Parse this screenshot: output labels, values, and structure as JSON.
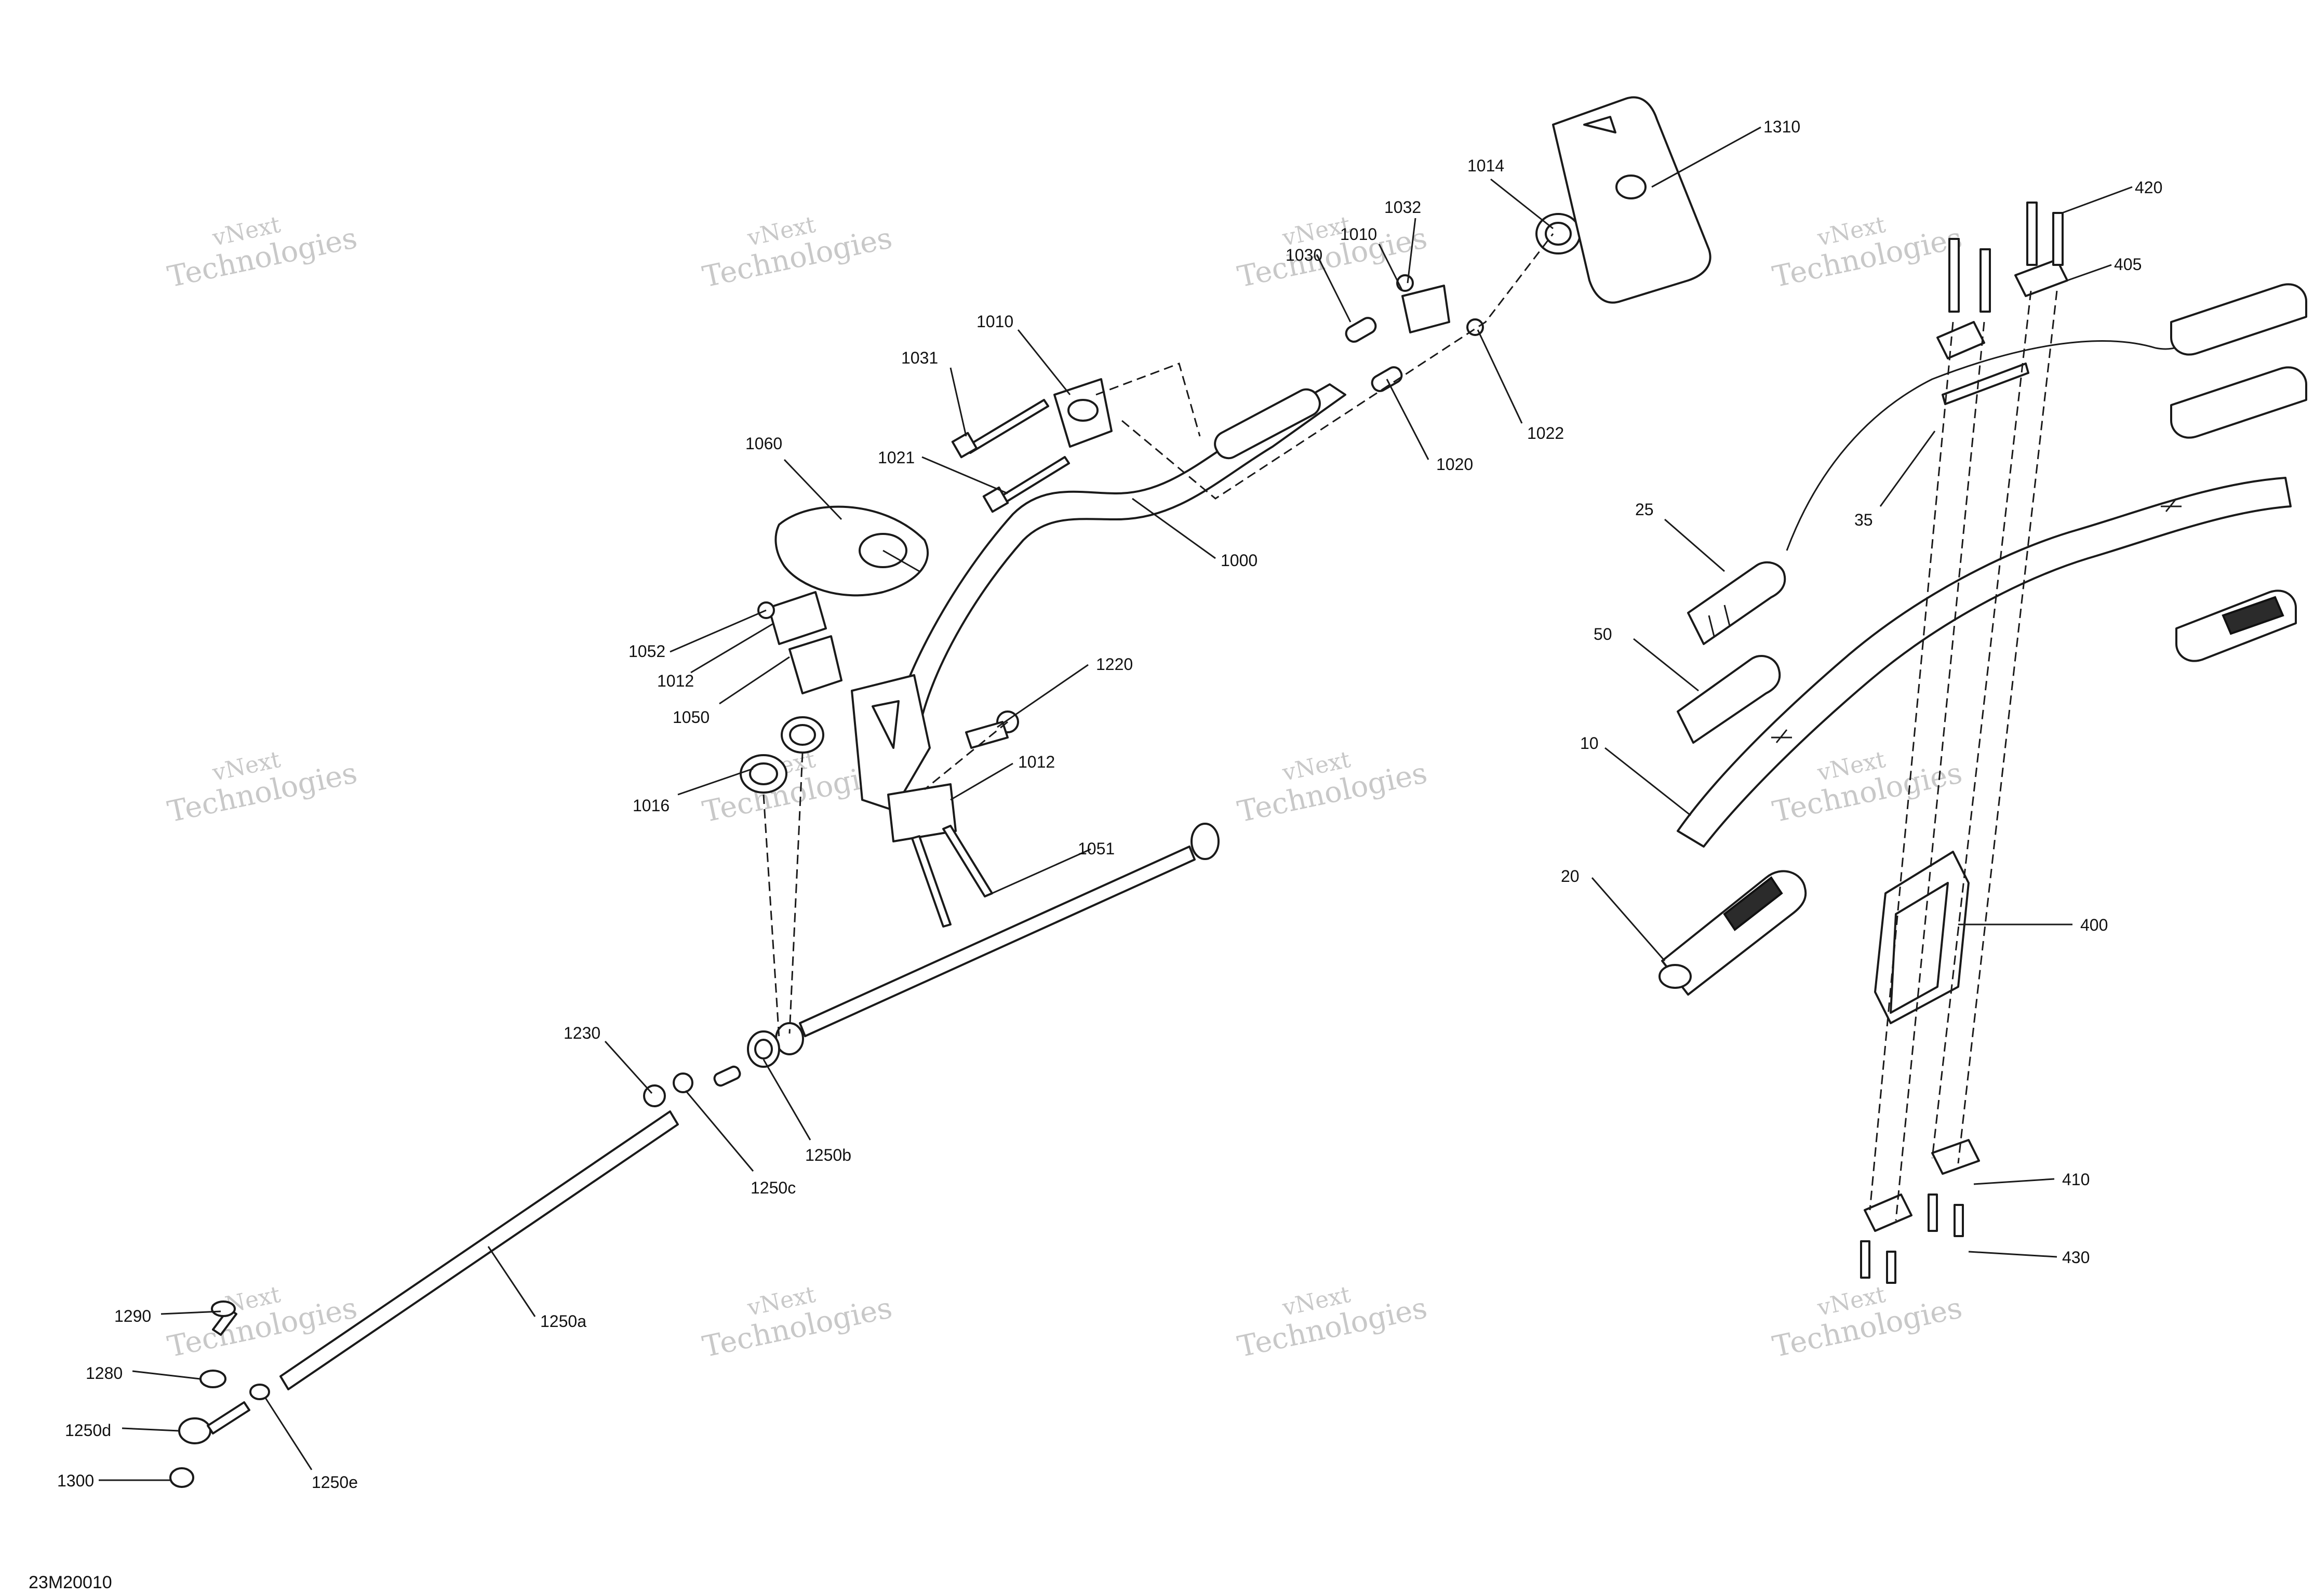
{
  "diagram_id": "23M20010",
  "watermark": {
    "line1": "vNext",
    "line2": "Technologies"
  },
  "callouts": [
    {
      "id": "c1310",
      "label": "1310"
    },
    {
      "id": "c1014",
      "label": "1014"
    },
    {
      "id": "c1032",
      "label": "1032"
    },
    {
      "id": "c1010a",
      "label": "1010"
    },
    {
      "id": "c1030",
      "label": "1030"
    },
    {
      "id": "c1010b",
      "label": "1010"
    },
    {
      "id": "c1031",
      "label": "1031"
    },
    {
      "id": "c1022",
      "label": "1022"
    },
    {
      "id": "c1020",
      "label": "1020"
    },
    {
      "id": "c1021",
      "label": "1021"
    },
    {
      "id": "c1060",
      "label": "1060"
    },
    {
      "id": "c1000",
      "label": "1000"
    },
    {
      "id": "c1052",
      "label": "1052"
    },
    {
      "id": "c1012a",
      "label": "1012"
    },
    {
      "id": "c1050",
      "label": "1050"
    },
    {
      "id": "c1220",
      "label": "1220"
    },
    {
      "id": "c1016",
      "label": "1016"
    },
    {
      "id": "c1012b",
      "label": "1012"
    },
    {
      "id": "c1051",
      "label": "1051"
    },
    {
      "id": "c1230",
      "label": "1230"
    },
    {
      "id": "c1250b",
      "label": "1250b"
    },
    {
      "id": "c1250c",
      "label": "1250c"
    },
    {
      "id": "c1250a",
      "label": "1250a"
    },
    {
      "id": "c1290",
      "label": "1290"
    },
    {
      "id": "c1280",
      "label": "1280"
    },
    {
      "id": "c1250d",
      "label": "1250d"
    },
    {
      "id": "c1300",
      "label": "1300"
    },
    {
      "id": "c1250e",
      "label": "1250e"
    },
    {
      "id": "c420",
      "label": "420"
    },
    {
      "id": "c405",
      "label": "405"
    },
    {
      "id": "c35",
      "label": "35"
    },
    {
      "id": "c25",
      "label": "25"
    },
    {
      "id": "c50",
      "label": "50"
    },
    {
      "id": "c10",
      "label": "10"
    },
    {
      "id": "c20",
      "label": "20"
    },
    {
      "id": "c400",
      "label": "400"
    },
    {
      "id": "c410",
      "label": "410"
    },
    {
      "id": "c430",
      "label": "430"
    }
  ]
}
